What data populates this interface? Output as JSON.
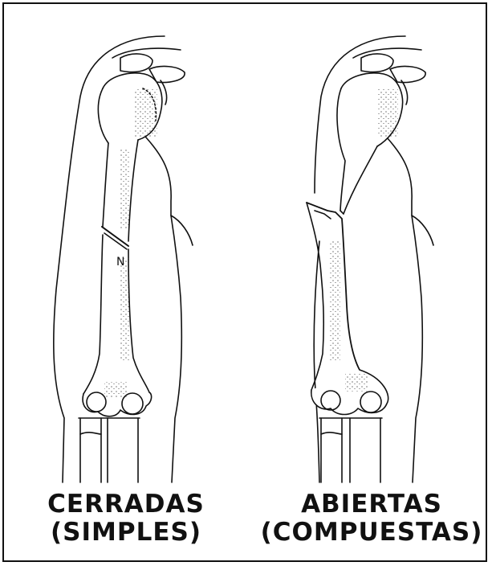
{
  "panels": [
    {
      "id": "closed",
      "title": "CERRADAS",
      "subtitle": "(SIMPLES)"
    },
    {
      "id": "open",
      "title": "ABIERTAS",
      "subtitle": "(COMPUESTAS)"
    }
  ],
  "colors": {
    "ink": "#111111",
    "background": "#ffffff"
  },
  "icons": [
    "humerus-closed-fracture-illustration",
    "humerus-open-fracture-illustration"
  ]
}
